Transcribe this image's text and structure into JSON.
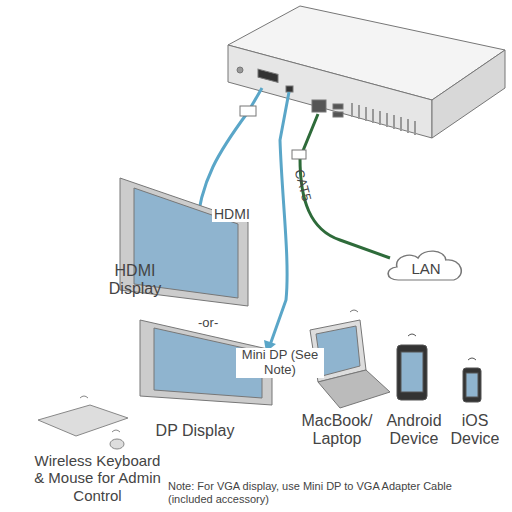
{
  "diagram": {
    "nodes": [
      {
        "text": [
          "HDMI Display"
        ]
      },
      {
        "text": [
          "DP Display"
        ]
      },
      {
        "text": [
          "LAN"
        ]
      },
      {
        "text": [
          "MacBook/ Laptop"
        ]
      },
      {
        "text": [
          "Android Device"
        ]
      },
      {
        "text": [
          "iOS Device"
        ]
      },
      {
        "text": [
          "Wireless Keyboard & Mouse for Admin Control"
        ]
      }
    ],
    "labels": [
      "HDMI",
      "-or-",
      "Mini DP (See Note)",
      "CAT5",
      "Note: For VGA display, use Mini DP to VGA Adapter Cable (included accessory)"
    ]
  }
}
